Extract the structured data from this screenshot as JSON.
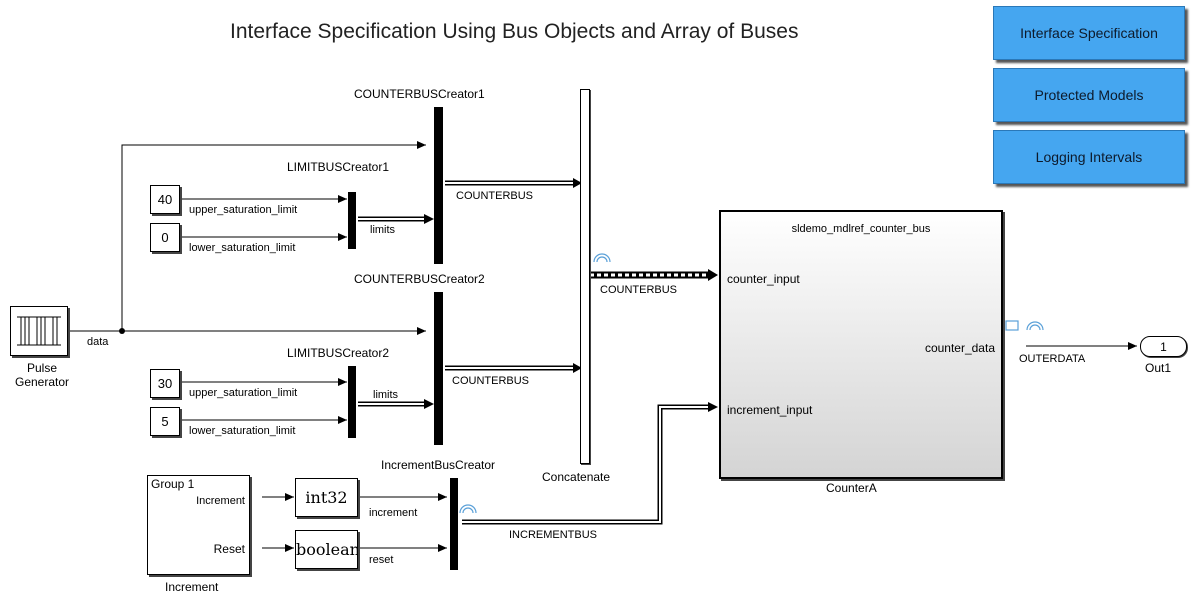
{
  "title": "Interface Specification Using Bus Objects and Array of Buses",
  "nav_buttons": [
    "Interface Specification",
    "Protected Models",
    "Logging Intervals"
  ],
  "pulse_generator": {
    "name": "Pulse\nGenerator",
    "output_label": "data"
  },
  "creators": {
    "counter1": "COUNTERBUSCreator1",
    "limit1": "LIMITBUSCreator1",
    "counter2": "COUNTERBUSCreator2",
    "limit2": "LIMITBUSCreator2",
    "increment": "IncrementBusCreator"
  },
  "constants": {
    "upper1": "40",
    "lower1": "0",
    "upper2": "30",
    "lower2": "5"
  },
  "signals": {
    "upper_saturation_limit": "upper_saturation_limit",
    "lower_saturation_limit": "lower_saturation_limit",
    "limits": "limits",
    "counterbus": "COUNTERBUS",
    "incrementbus": "INCREMENTBUS",
    "increment": "increment",
    "reset": "reset",
    "outerdata": "OUTERDATA"
  },
  "concatenate": "Concatenate",
  "signal_builder": {
    "group": "Group 1",
    "port_increment": "Increment",
    "port_reset": "Reset",
    "name": "Increment"
  },
  "converters": {
    "int32": "int32",
    "boolean": "boolean"
  },
  "model_ref": {
    "model_name": "sldemo_mdlref_counter_bus",
    "input1": "counter_input",
    "input2": "increment_input",
    "output": "counter_data",
    "block_name": "CounterA"
  },
  "outport": {
    "number": "1",
    "name": "Out1"
  }
}
